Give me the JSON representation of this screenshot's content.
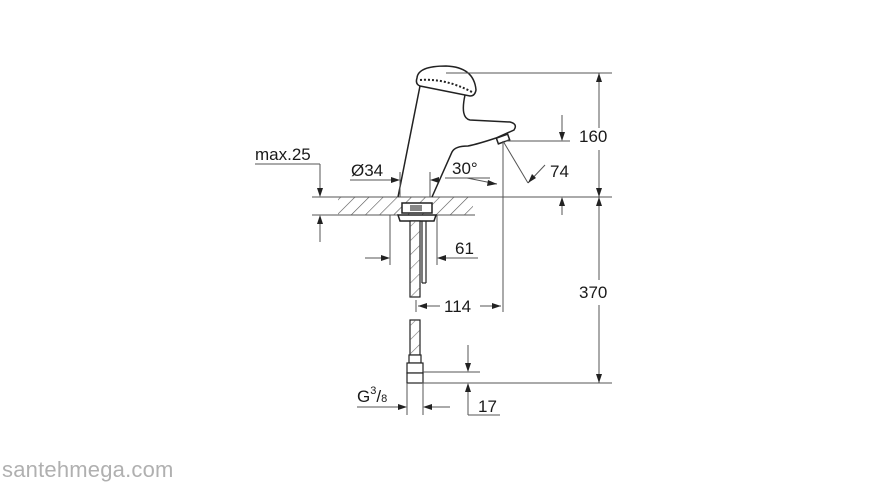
{
  "diagram": {
    "subject": "Self-closing basin tap technical drawing",
    "colors": {
      "line": "#2a2a2a",
      "dim_line": "#555555",
      "hatch": "#555555",
      "watermark": "#b0b0b0"
    },
    "dimensions": {
      "max_deck_thickness": "max.25",
      "shank_diameter": "Ø34",
      "spout_angle": "30°",
      "outlet_distance": "74",
      "total_height": "160",
      "pipe_length": "370",
      "shank_offset": "61",
      "spout_reach": "114",
      "thread_prefix": "G",
      "thread_num": "3",
      "thread_den": "8",
      "nut_height": "17"
    }
  },
  "watermark": {
    "text": "santehmega.com"
  }
}
